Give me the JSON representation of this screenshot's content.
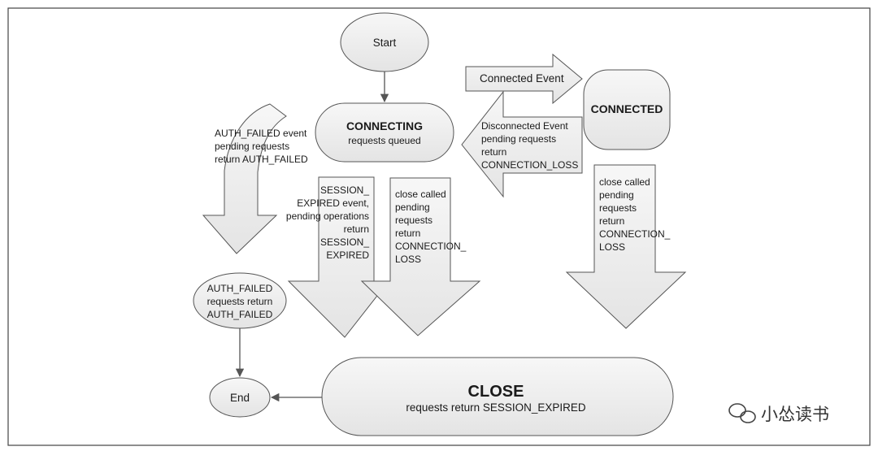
{
  "nodes": {
    "start": "Start",
    "connecting_title": "CONNECTING",
    "connecting_sub": "requests queued",
    "connected": "CONNECTED",
    "auth_failed": [
      "AUTH_FAILED",
      "requests return",
      "AUTH_FAILED"
    ],
    "end": "End",
    "close_title": "CLOSE",
    "close_sub": "requests return SESSION_EXPIRED"
  },
  "transitions": {
    "connected_event": "Connected Event",
    "disconnected_event": [
      "Disconnected  Event",
      "pending  requests",
      "return",
      "CONNECTION_LOSS"
    ],
    "auth_failed_event": [
      "AUTH_FAILED event",
      "pending requests",
      "return AUTH_FAILED"
    ],
    "session_expired": [
      "SESSION_",
      "EXPIRED event,",
      "pending operations",
      "return",
      "SESSION_",
      "EXPIRED"
    ],
    "close_called_connecting": [
      "close called",
      "pending",
      "requests",
      "return",
      "CONNECTION_",
      "LOSS"
    ],
    "close_called_connected": [
      "close called",
      "pending",
      "requests",
      "return",
      "CONNECTION_",
      "LOSS"
    ]
  },
  "watermark": "小怂读书",
  "wechat_icon": "wechat-icon"
}
